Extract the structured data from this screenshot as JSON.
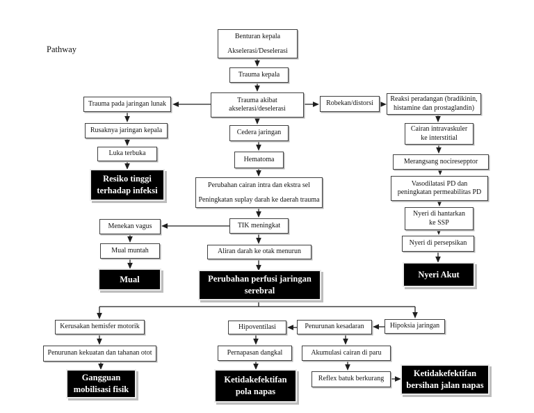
{
  "page_label": "Pathway",
  "colors": {
    "background": "#ffffff",
    "box_border": "#3f3f3f",
    "connector": "#1f1f1f",
    "diagnosis_bg": "#000000",
    "diagnosis_text": "#ffffff",
    "shadow": "#b5b5b5"
  },
  "nodes": {
    "benturan_kepala": "Benturan kepala\nAkselerasi/Deselerasi",
    "trauma_kepala": "Trauma kepala",
    "trauma_akibat": "Trauma akibat\nakselerasi/deselerasi",
    "trauma_jaringan_lunak": "Trauma pada jaringan lunak",
    "robekan_distorsi": "Robekan/distorsi",
    "reaksi_peradangan": "Reaksi peradangan (bradikinin,\nhistamine dan prostaglandin)",
    "rusaknya_jaringan": "Rusaknya jaringan kepala",
    "cedera_jaringan": "Cedera jaringan",
    "cairan_intravaskuler": "Cairan intravaskuler\nke interstitial",
    "luka_terbuka": "Luka terbuka",
    "hematoma": "Hematoma",
    "merangsang_nociresepptor": "Merangsang nociresepptor",
    "resiko_tinggi": "Resiko tinggi\nterhadap infeksi",
    "perubahan_cairan": "Perubahan cairan intra dan ekstra sel\nPeningkatan suplay darah ke daerah trauma",
    "vasodilatasi": "Vasodilatasi PD dan\npeningkatan permeabilitas PD",
    "menekan_vagus": "Menekan vagus",
    "tik_meningkat": "TIK meningkat",
    "nyeri_hantarkan": "Nyeri di hantarkan\nke SSP",
    "mual_muntah": "Mual muntah",
    "aliran_darah": "Aliran darah ke otak menurun",
    "nyeri_persepsikan": "Nyeri di persepsikan",
    "mual": "Mual",
    "perfusi_serebral": "Perubahan perfusi jaringan\nserebral",
    "nyeri_akut": "Nyeri Akut",
    "kerusakan_hemisfer": "Kerusakan hemisfer motorik",
    "hipoventilasi": "Hipoventilasi",
    "penurunan_kesadaran": "Penurunan kesadaran",
    "hipoksia_jaringan": "Hipoksia jaringan",
    "penurunan_kekuatan": "Penurunan kekuatan dan tahanan otot",
    "pernapasan_dangkal": "Pernapasan dangkal",
    "akumulasi_cairan": "Akumulasi cairan di paru",
    "gangguan_mobilisasi": "Gangguan\nmobilisasi fisik",
    "reflex_batuk": "Reflex batuk berkurang",
    "ketidakefektifan_pola_napas": "Ketidakefektifan\npola napas",
    "ketidakefektifan_bersihan": "Ketidakefektifan\nbersihan jalan napas"
  },
  "edges": [
    "benturan_kepala->trauma_kepala",
    "trauma_kepala->trauma_akibat",
    "trauma_akibat->trauma_jaringan_lunak",
    "trauma_akibat->robekan_distorsi",
    "trauma_akibat->cedera_jaringan",
    "robekan_distorsi->reaksi_peradangan",
    "trauma_jaringan_lunak->rusaknya_jaringan",
    "rusaknya_jaringan->luka_terbuka",
    "luka_terbuka->resiko_tinggi",
    "cedera_jaringan->hematoma",
    "hematoma->perubahan_cairan",
    "perubahan_cairan->tik_meningkat",
    "tik_meningkat->menekan_vagus",
    "tik_meningkat->aliran_darah",
    "menekan_vagus->mual_muntah",
    "mual_muntah->mual",
    "aliran_darah->perfusi_serebral",
    "reaksi_peradangan->cairan_intravaskuler",
    "cairan_intravaskuler->merangsang_nociresepptor",
    "merangsang_nociresepptor->vasodilatasi",
    "vasodilatasi->nyeri_hantarkan",
    "nyeri_hantarkan->nyeri_persepsikan",
    "nyeri_persepsikan->nyeri_akut",
    "perfusi_serebral->kerusakan_hemisfer",
    "perfusi_serebral->hipoksia_jaringan",
    "hipoksia_jaringan->penurunan_kesadaran",
    "penurunan_kesadaran->hipoventilasi",
    "kerusakan_hemisfer->penurunan_kekuatan",
    "penurunan_kekuatan->gangguan_mobilisasi",
    "hipoventilasi->pernapasan_dangkal",
    "pernapasan_dangkal->ketidakefektifan_pola_napas",
    "penurunan_kesadaran->akumulasi_cairan",
    "akumulasi_cairan->reflex_batuk",
    "reflex_batuk->ketidakefektifan_bersihan"
  ]
}
